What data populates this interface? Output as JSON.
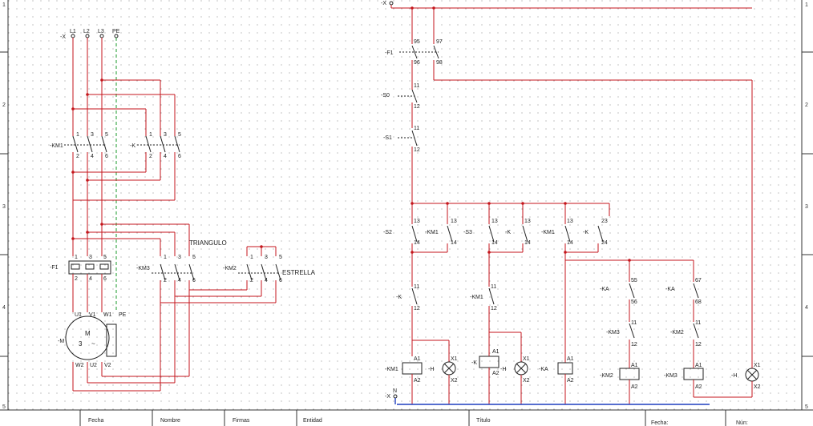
{
  "title_block": {
    "fecha": "Fecha",
    "nombre": "Nombre",
    "firmas": "Firmas",
    "entidad": "Entidad",
    "titulo": "Título",
    "fecha2": "Fecha:",
    "num": "Nún:"
  },
  "ruler_rows": [
    "1",
    "2",
    "3",
    "4",
    "5"
  ],
  "power": {
    "supply_tag": "-X",
    "phases": [
      "L1",
      "L2",
      "L3",
      "PE"
    ],
    "km1": "-KM1",
    "k": "-K",
    "f1": "-F1",
    "km3": "-KM3",
    "km2": "-KM2",
    "motor": "-M",
    "motor_m": "M",
    "motor_3": "3",
    "motor_tilde": "~",
    "triangulo": "TRIANGULO",
    "estrella": "ESTRELLA",
    "terminals_top": [
      "U1",
      "V1",
      "W1",
      "PE"
    ],
    "terminals_bot": [
      "W2",
      "U2",
      "V2"
    ],
    "pin_top": [
      "1",
      "3",
      "5"
    ],
    "pin_bot": [
      "2",
      "4",
      "6"
    ]
  },
  "control": {
    "x_top": "-X",
    "x_bot": "-X",
    "n": "N",
    "f1": "-F1",
    "s0": "-S0",
    "s1": "-S1",
    "s2": "-S2",
    "s3": "-S3",
    "km1": "-KM1",
    "k": "-K",
    "ka": "-KA",
    "km3": "-KM3",
    "km2": "-KM2",
    "h": "-H",
    "a1": "A1",
    "a2": "A2",
    "x1": "X1",
    "x2": "X2",
    "p95": "95",
    "p96": "96",
    "p97": "97",
    "p98": "98",
    "p11": "11",
    "p12": "12",
    "p13": "13",
    "p14": "14",
    "p23": "23",
    "p24": "24",
    "p55": "55",
    "p56": "56",
    "p67": "67",
    "p68": "68"
  }
}
